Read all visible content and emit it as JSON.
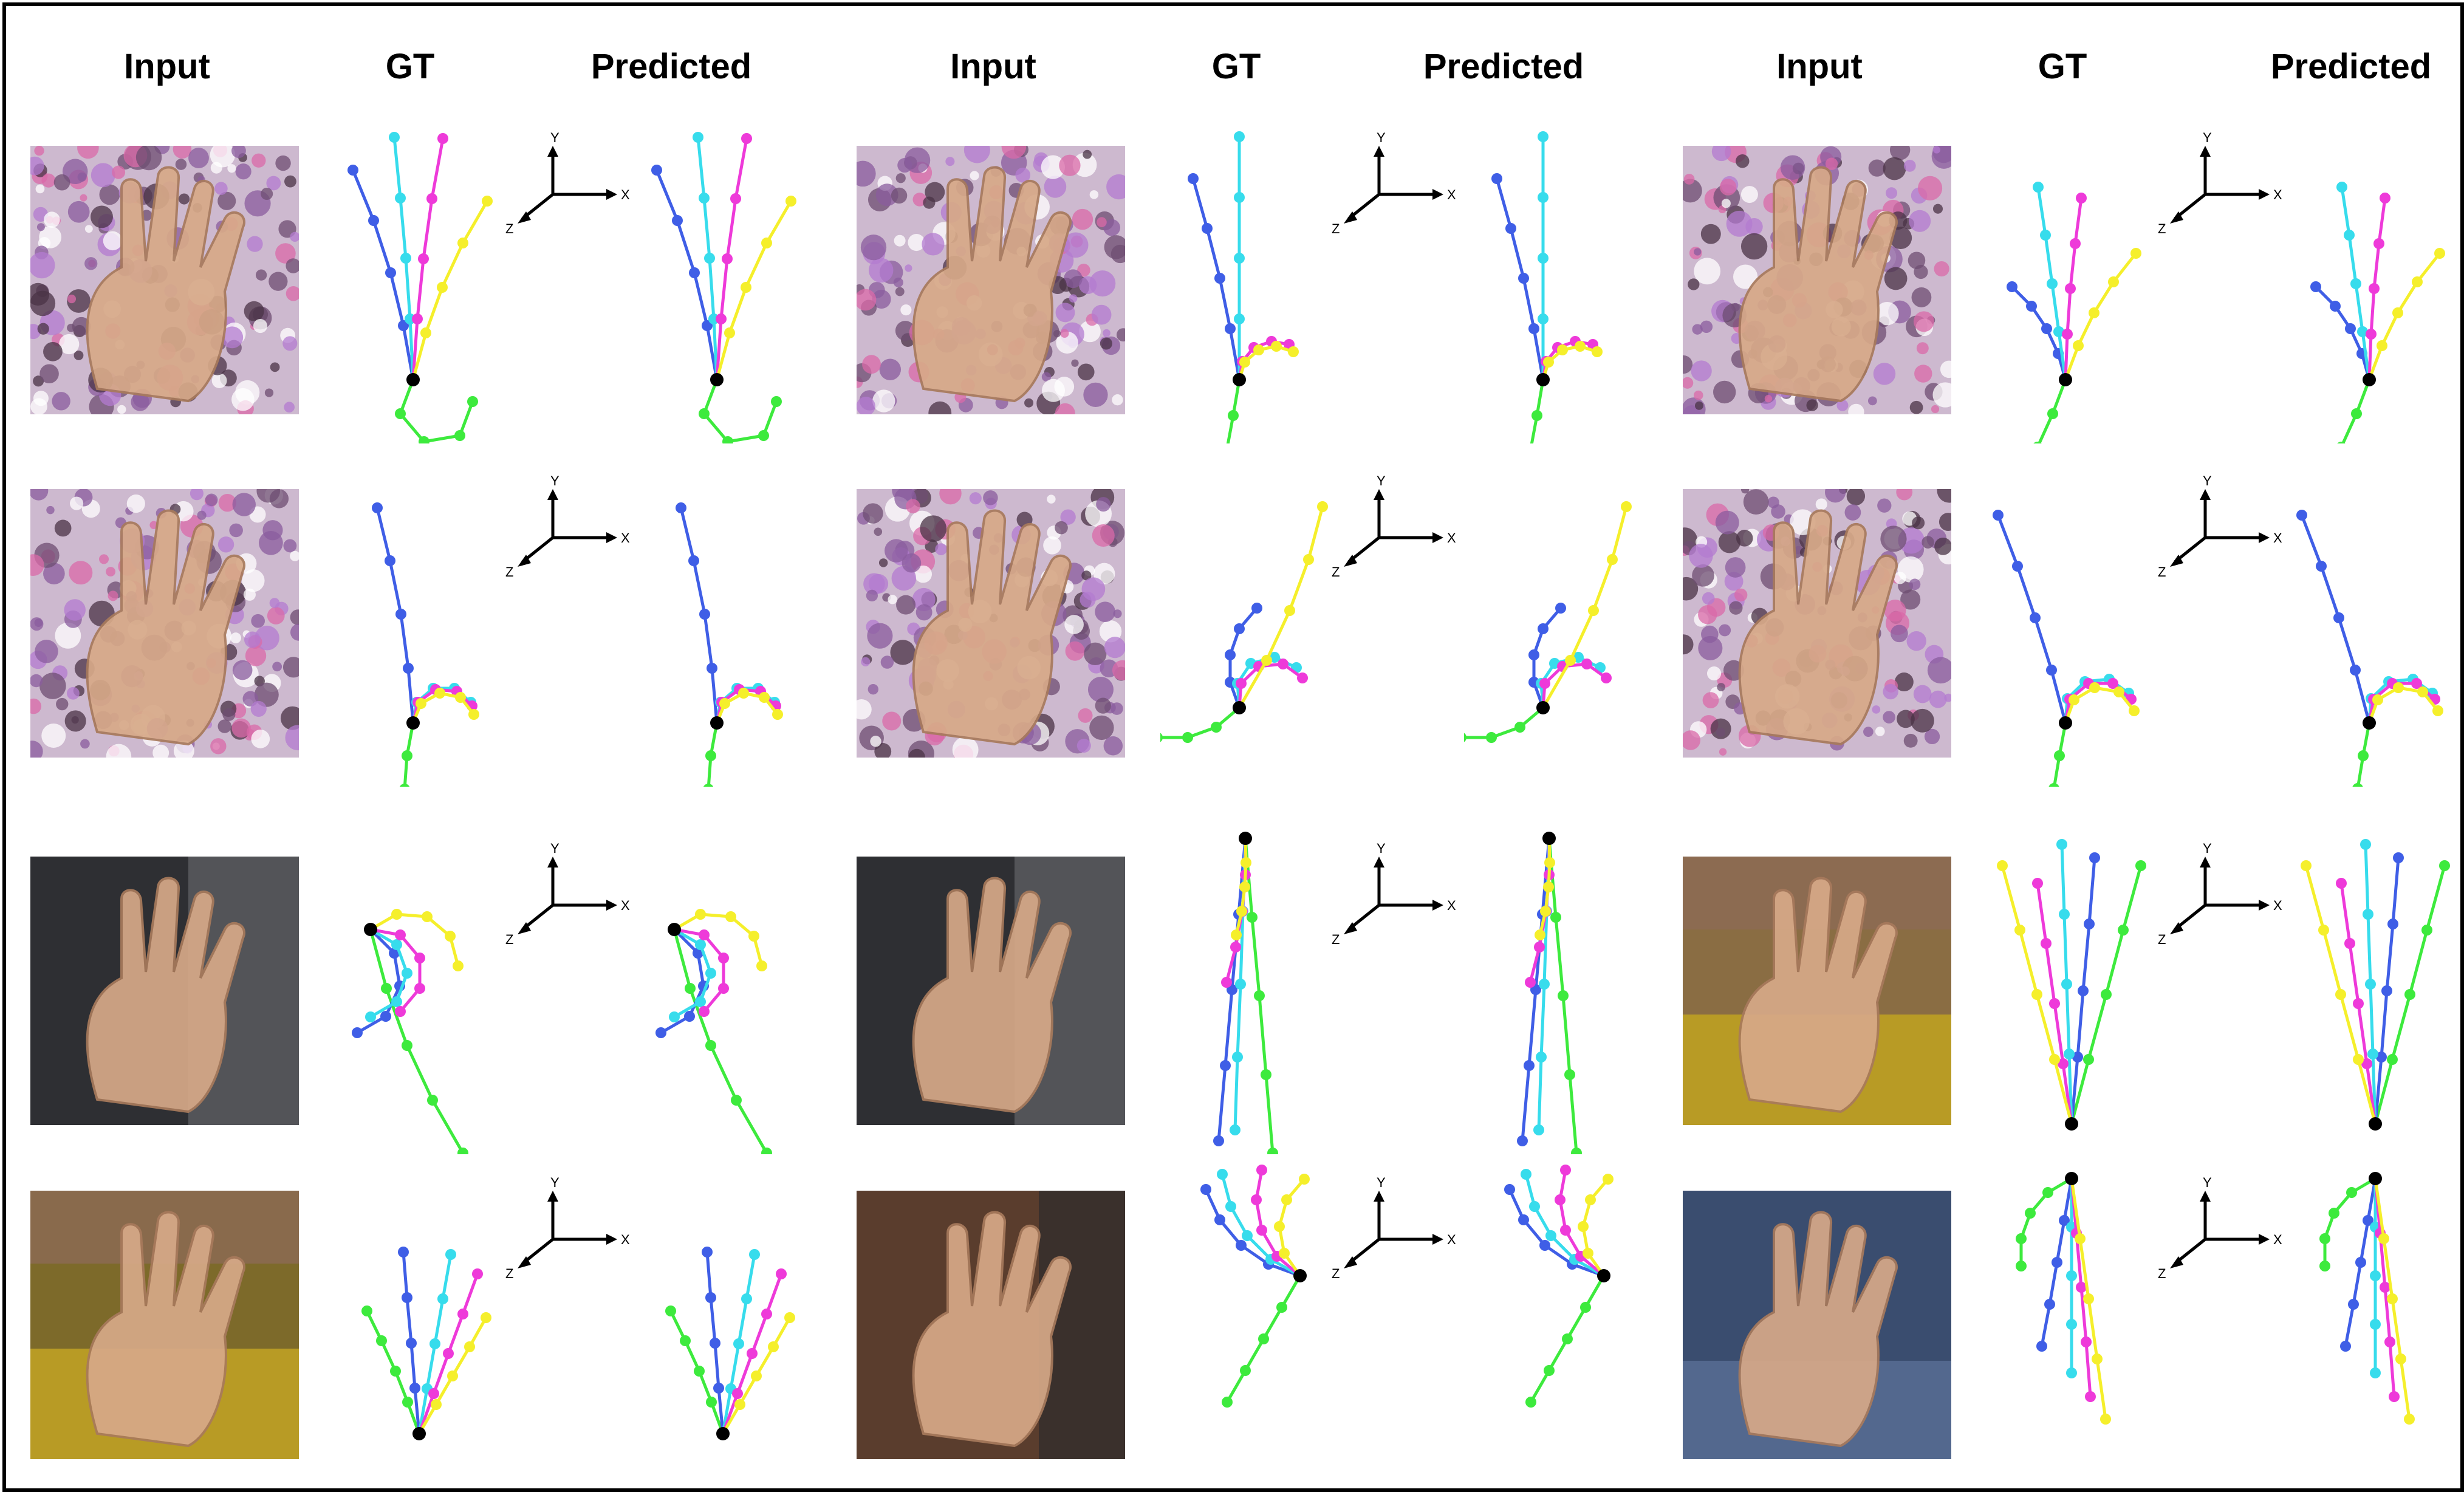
{
  "headers": {
    "input": "Input",
    "gt": "GT",
    "predicted": "Predicted"
  },
  "axis_labels": {
    "x": "X",
    "y": "Y",
    "z": "Z"
  },
  "finger_colors": {
    "thumb": "#3dea3d",
    "index": "#3f5ee6",
    "middle": "#37dcec",
    "ring": "#ee3ad9",
    "pinky": "#f5ef2b",
    "wrist": "#000000"
  },
  "thumbnail_styles": [
    "floral",
    "floral",
    "floral",
    "floral",
    "floral",
    "floral",
    "dark",
    "dark",
    "olive",
    "green-yellow",
    "brown",
    "blue"
  ],
  "layout": "4 rows x 3 groups of (Input image, GT 3D hand pose, axis triad, Predicted 3D hand pose)"
}
